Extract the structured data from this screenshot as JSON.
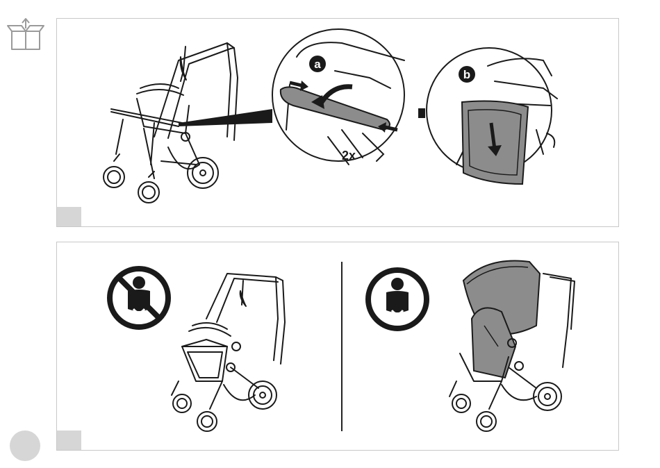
{
  "panel_top": {
    "badge_a": "a",
    "badge_b": "b",
    "repeat_label": "2x"
  },
  "colors": {
    "line": "#1a1a1a",
    "gray_fill": "#8c8c8c",
    "light_gray": "#d6d6d6",
    "panel_border": "#c8c8c8"
  },
  "icons": [
    "unbox-icon",
    "no-infant-icon",
    "infant-allowed-icon",
    "arrow-icon"
  ]
}
